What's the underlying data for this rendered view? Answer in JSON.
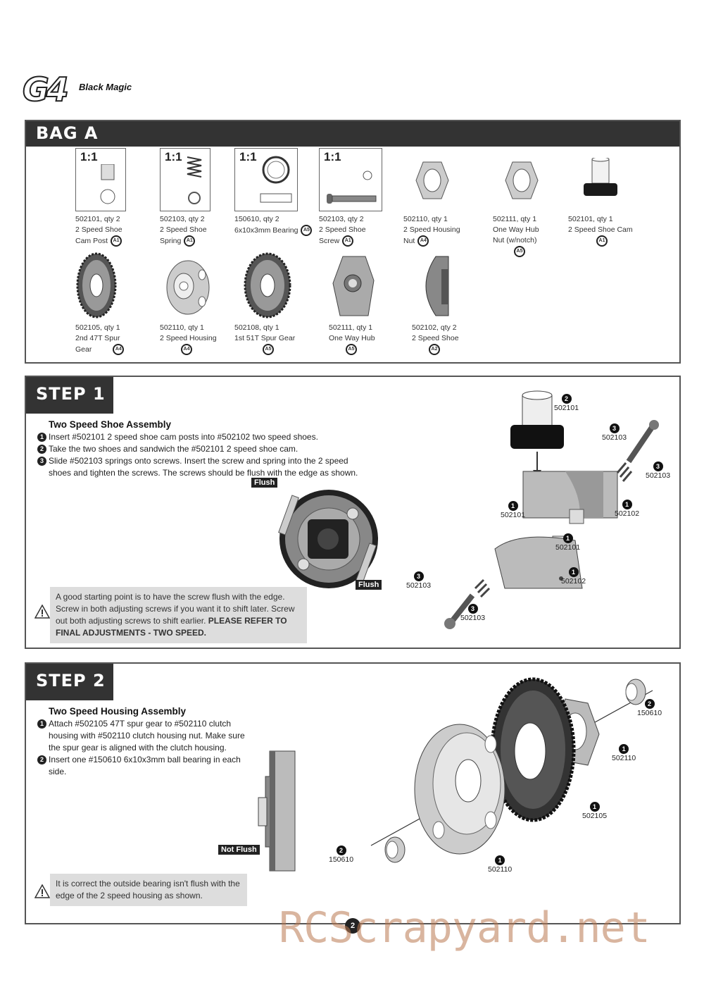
{
  "logo": {
    "mark": "G4",
    "subtitle": "Black Magic"
  },
  "bag": {
    "title": "BAG A",
    "row1": [
      {
        "scale": "1:1",
        "code": "502101, qty 2",
        "desc1": "2 Speed Shoe",
        "desc2": "Cam Post",
        "tag": "A1"
      },
      {
        "scale": "1:1",
        "code": "502103, qty 2",
        "desc1": "2 Speed Shoe",
        "desc2": "Spring",
        "tag": "A1"
      },
      {
        "scale": "1:1",
        "code": "150610, qty 2",
        "desc1": "6x10x3mm Bearing",
        "desc2": "",
        "tag": "A5"
      },
      {
        "scale": "1:1",
        "code": "502103, qty 2",
        "desc1": "2 Speed Shoe",
        "desc2": "Screw",
        "tag": "A1"
      },
      {
        "code": "502110, qty 1",
        "desc1": "2 Speed Housing",
        "desc2": "Nut",
        "tag": "A4"
      },
      {
        "code": "502111, qty 1",
        "desc1": "One Way Hub",
        "desc2": "Nut (w/notch)",
        "tag": "A5"
      },
      {
        "code": "502101, qty 1",
        "desc1": "2 Speed Shoe Cam",
        "desc2": "",
        "tag": "A1"
      }
    ],
    "row2": [
      {
        "code": "502105, qty 1",
        "desc1": "2nd 47T Spur",
        "desc2": "Gear",
        "tag": "A4"
      },
      {
        "code": "502110, qty 1",
        "desc1": "2 Speed Housing",
        "desc2": "",
        "tag": "A4"
      },
      {
        "code": "502108, qty 1",
        "desc1": "1st 51T Spur Gear",
        "desc2": "",
        "tag": "A5"
      },
      {
        "code": "502111, qty 1",
        "desc1": "One Way Hub",
        "desc2": "",
        "tag": "A5"
      },
      {
        "code": "502102, qty 2",
        "desc1": "2 Speed Shoe",
        "desc2": "",
        "tag": "A2"
      }
    ]
  },
  "step1": {
    "tab": "STEP 1",
    "title": "Two Speed Shoe Assembly",
    "items": [
      "Insert #502101 2 speed shoe cam posts into #502102 two speed shoes.",
      "Take the two shoes and sandwich the #502101 2 speed shoe cam.",
      "Slide #502103 springs onto screws.  Insert the screw and spring into the 2 speed shoes and tighten the screws.  The screws should be flush with the edge as shown."
    ],
    "flush_label_1": "Flush",
    "flush_label_2": "Flush",
    "note": "A good starting point is to have the screw flush with the edge. Screw in both adjusting screws if you want it to shift later. Screw out both adjusting screws to shift earlier.",
    "note_bold": "PLEASE REFER TO FINAL ADJUSTMENTS - TWO SPEED.",
    "callouts": [
      {
        "num": "2",
        "code": "502101"
      },
      {
        "num": "3",
        "code": "502103"
      },
      {
        "num": "3",
        "code": "502103"
      },
      {
        "num": "1",
        "code": "502101"
      },
      {
        "num": "1",
        "code": "502102"
      },
      {
        "num": "1",
        "code": "502101"
      },
      {
        "num": "3",
        "code": "502103"
      },
      {
        "num": "1",
        "code": "502102"
      },
      {
        "num": "3",
        "code": "502103"
      }
    ]
  },
  "step2": {
    "tab": "STEP 2",
    "title": "Two Speed Housing Assembly",
    "items": [
      "Attach #502105 47T spur gear to #502110 clutch housing with #502110 clutch housing nut.  Make sure the spur gear is aligned with the clutch housing.",
      "Insert one #150610  6x10x3mm ball bearing in each side."
    ],
    "not_flush_label": "Not Flush",
    "note": "It is correct the outside bearing isn't flush with the edge of the 2 speed housing as shown.",
    "callouts": [
      {
        "num": "2",
        "code": "150610"
      },
      {
        "num": "1",
        "code": "502110"
      },
      {
        "num": "1",
        "code": "502105"
      },
      {
        "num": "2",
        "code": "150610"
      },
      {
        "num": "1",
        "code": "502110"
      }
    ]
  },
  "page_number": "2",
  "watermark": "RCScrapyard.net"
}
